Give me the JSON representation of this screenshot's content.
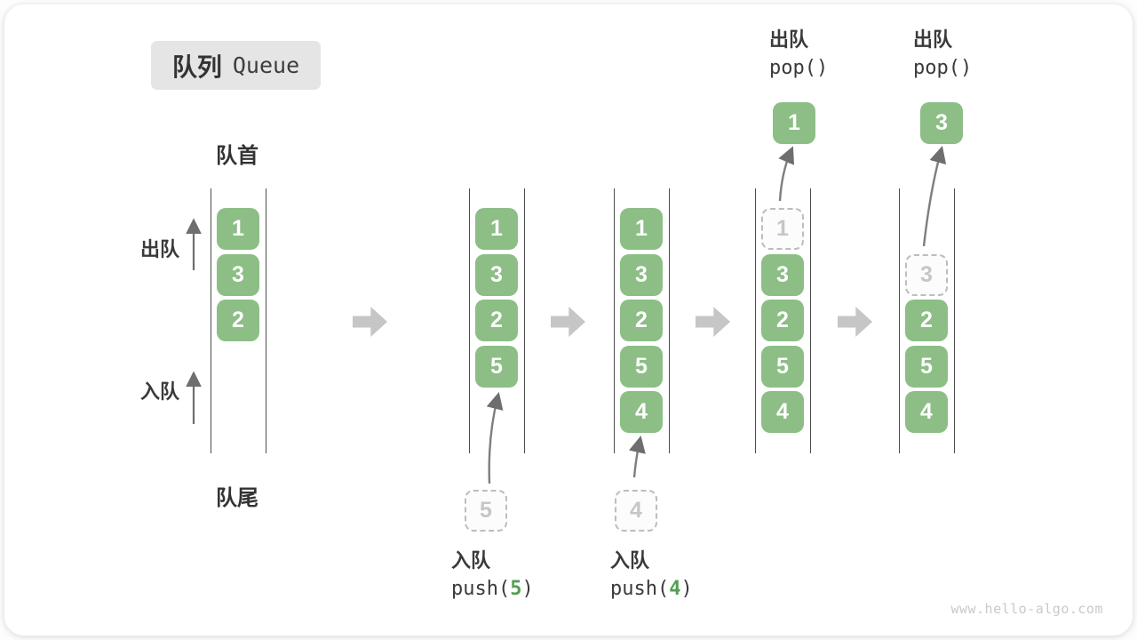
{
  "title": {
    "zh": "队列",
    "en": "Queue"
  },
  "labels": {
    "front": "队首",
    "rear": "队尾",
    "dequeue": "出队",
    "enqueue": "入队"
  },
  "colors": {
    "green": "#8cbe86",
    "green_text": "#549e54",
    "grey_arrow": "#c6c6c6",
    "thin_arrow": "#6e6e6e"
  },
  "watermark": "www.hello-algo.com",
  "stages": [
    {
      "id": "queue-initial",
      "slots": [
        {
          "v": "1",
          "state": "filled"
        },
        {
          "v": "3",
          "state": "filled"
        },
        {
          "v": "2",
          "state": "filled"
        }
      ]
    },
    {
      "id": "queue-after-push-5",
      "slots": [
        {
          "v": "1",
          "state": "filled"
        },
        {
          "v": "3",
          "state": "filled"
        },
        {
          "v": "2",
          "state": "filled"
        },
        {
          "v": "5",
          "state": "filled"
        }
      ],
      "incoming": {
        "v": "5"
      },
      "bottom_caption": {
        "action": "入队",
        "code_pre": "push(",
        "code_arg": "5",
        "code_post": ")"
      }
    },
    {
      "id": "queue-after-push-4",
      "slots": [
        {
          "v": "1",
          "state": "filled"
        },
        {
          "v": "3",
          "state": "filled"
        },
        {
          "v": "2",
          "state": "filled"
        },
        {
          "v": "5",
          "state": "filled"
        },
        {
          "v": "4",
          "state": "filled"
        }
      ],
      "incoming": {
        "v": "4"
      },
      "bottom_caption": {
        "action": "入队",
        "code_pre": "push(",
        "code_arg": "4",
        "code_post": ")"
      }
    },
    {
      "id": "queue-pop-1",
      "slots": [
        {
          "v": "1",
          "state": "dashed"
        },
        {
          "v": "3",
          "state": "filled"
        },
        {
          "v": "2",
          "state": "filled"
        },
        {
          "v": "5",
          "state": "filled"
        },
        {
          "v": "4",
          "state": "filled"
        }
      ],
      "popped": {
        "v": "1"
      },
      "top_caption": {
        "action": "出队",
        "code": "pop()"
      }
    },
    {
      "id": "queue-pop-3",
      "slots": [
        {
          "state": "empty"
        },
        {
          "v": "3",
          "state": "dashed"
        },
        {
          "v": "2",
          "state": "filled"
        },
        {
          "v": "5",
          "state": "filled"
        },
        {
          "v": "4",
          "state": "filled"
        }
      ],
      "popped": {
        "v": "3"
      },
      "top_caption": {
        "action": "出队",
        "code": "pop()"
      }
    }
  ]
}
